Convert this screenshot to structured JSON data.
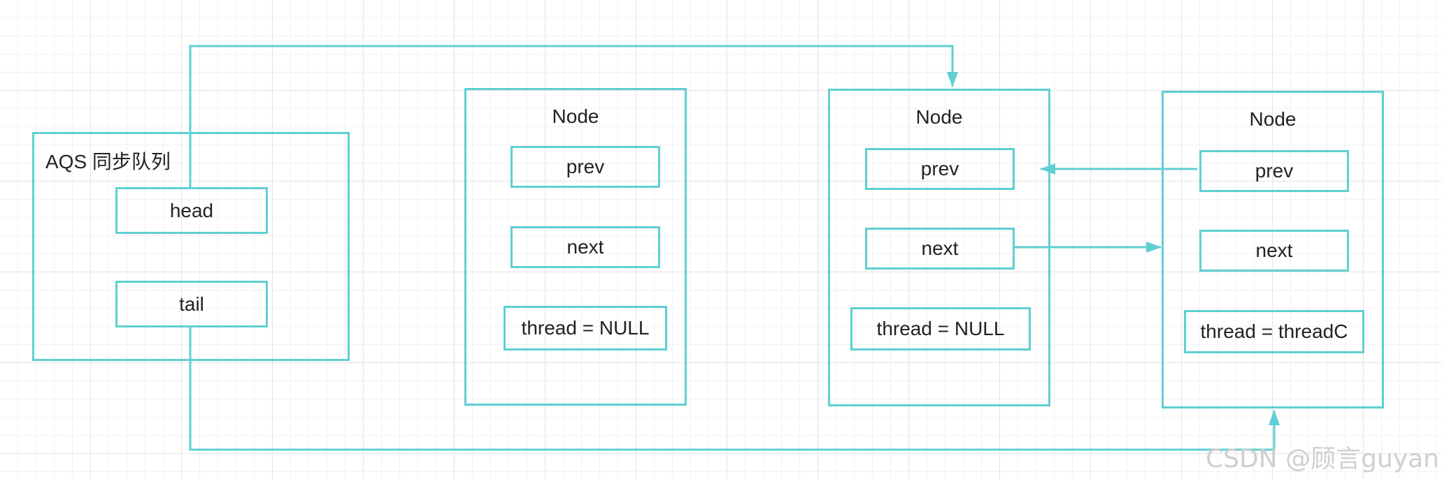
{
  "aqs": {
    "title": "AQS 同步队列",
    "head_label": "head",
    "tail_label": "tail"
  },
  "nodes": [
    {
      "title": "Node",
      "prev": "prev",
      "next": "next",
      "thread": "thread = NULL"
    },
    {
      "title": "Node",
      "prev": "prev",
      "next": "next",
      "thread": "thread = NULL"
    },
    {
      "title": "Node",
      "prev": "prev",
      "next": "next",
      "thread": "thread = threadC"
    }
  ],
  "colors": {
    "accent": "#5fcfd3",
    "grid": "#e3e3e3"
  },
  "watermark": "CSDN @顾言guyan"
}
